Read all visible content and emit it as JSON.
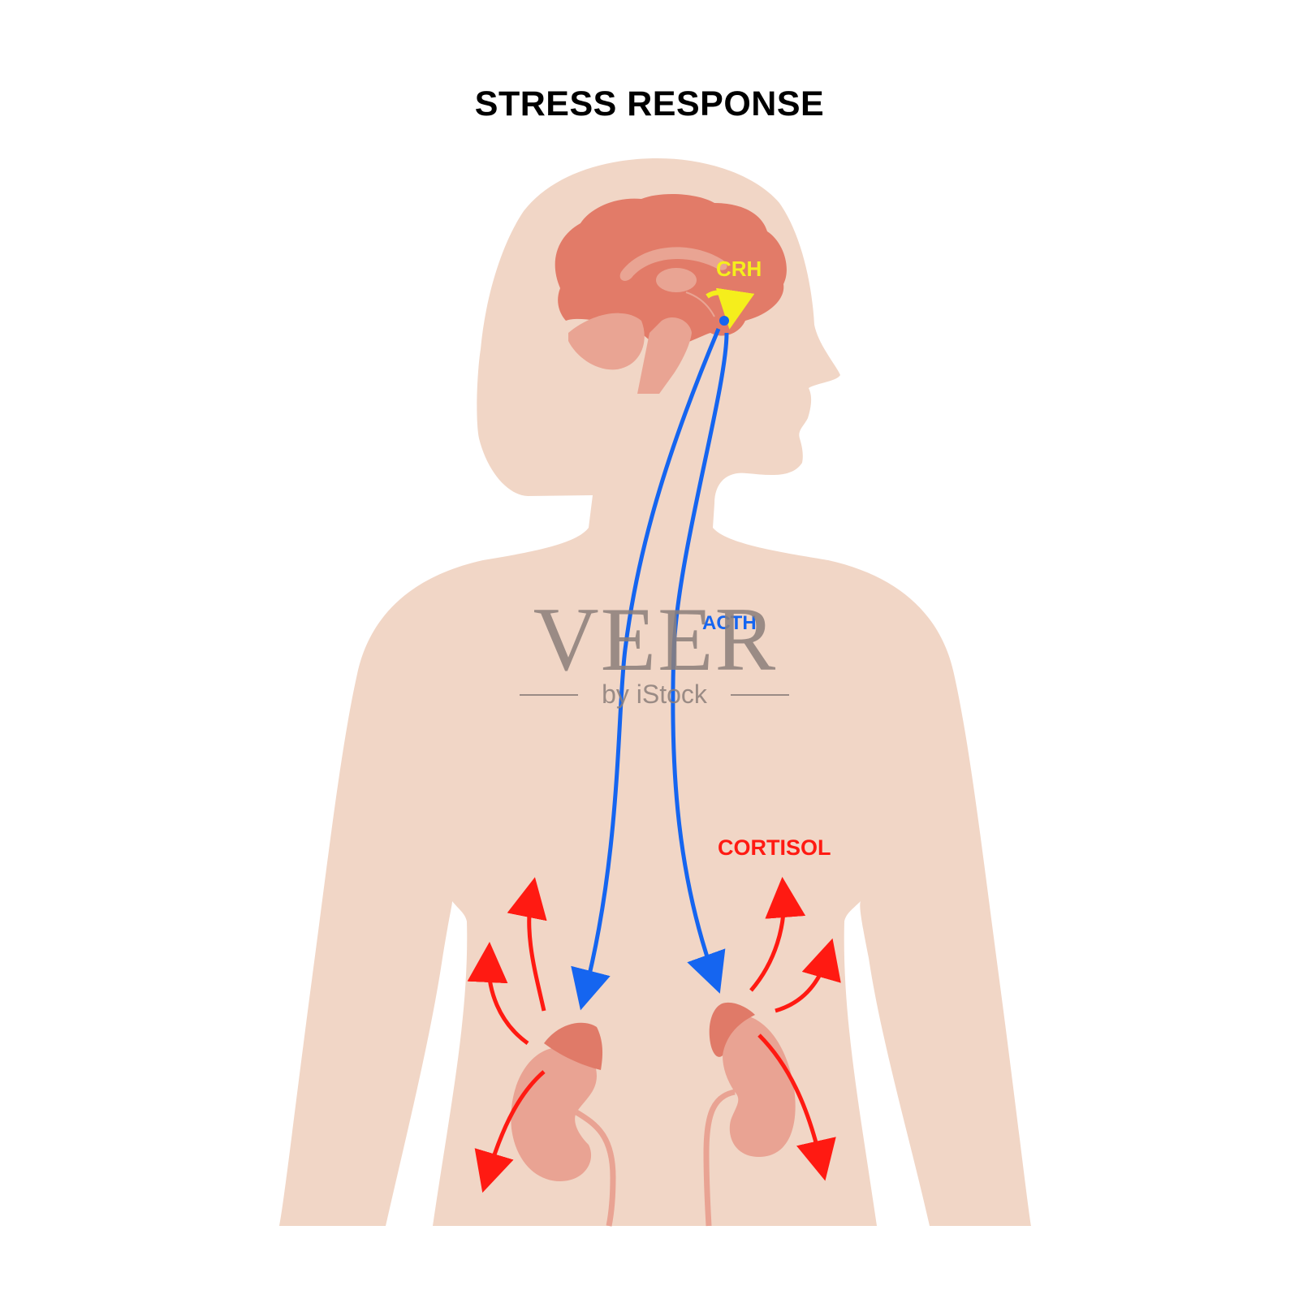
{
  "title": "STRESS RESPONSE",
  "labels": {
    "crh": "CRH",
    "acth": "ACTH",
    "cortisol": "CORTISOL"
  },
  "watermark": {
    "brand": "VEER",
    "byline": "by iStock"
  },
  "colors": {
    "background": "#ffffff",
    "body": "#f1d6c6",
    "brain": "#e27b68",
    "brain_inner": "#e9a493",
    "kidney": "#e9a393",
    "adrenal": "#e07a68",
    "crh": "#f5ee1c",
    "acth": "#1565f0",
    "cortisol": "#ff1a12",
    "watermark": "#8c7f7a"
  }
}
